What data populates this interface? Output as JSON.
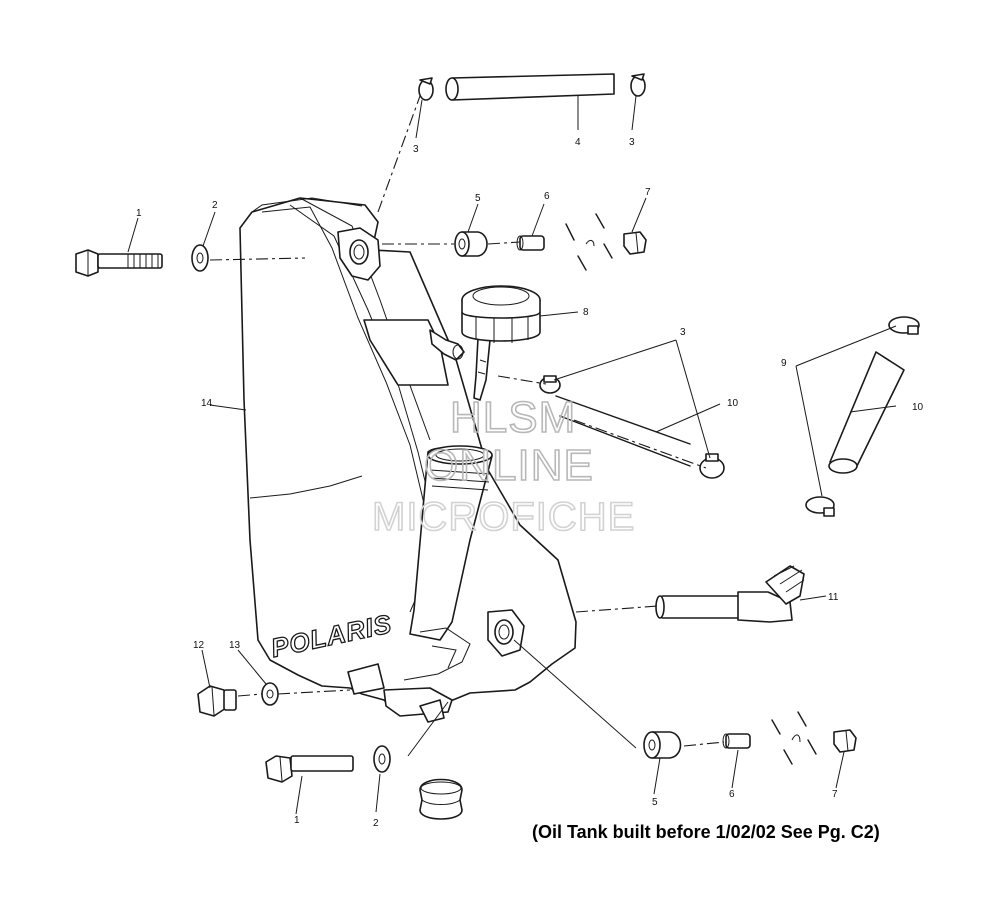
{
  "callouts": {
    "c1_top": "1",
    "c2_top": "2",
    "c3_top_left": "3",
    "c4_top": "4",
    "c3_top_right": "3",
    "c5_top": "5",
    "c6_top": "6",
    "c7_top": "7",
    "c8": "8",
    "c3_mid": "3",
    "c10_mid": "10",
    "c9": "9",
    "c10_right": "10",
    "c14": "14",
    "c11": "11",
    "c12": "12",
    "c13": "13",
    "c1_bottom": "1",
    "c2_bottom": "2",
    "c5_bottom": "5",
    "c6_bottom": "6",
    "c7_bottom": "7"
  },
  "brand_text": "POLARIS",
  "watermark": {
    "line1": "HLSM",
    "line2": "ONLINE",
    "line3": "MICROFICHE"
  },
  "footnote": "(Oil Tank built before 1/02/02 See Pg. C2)"
}
